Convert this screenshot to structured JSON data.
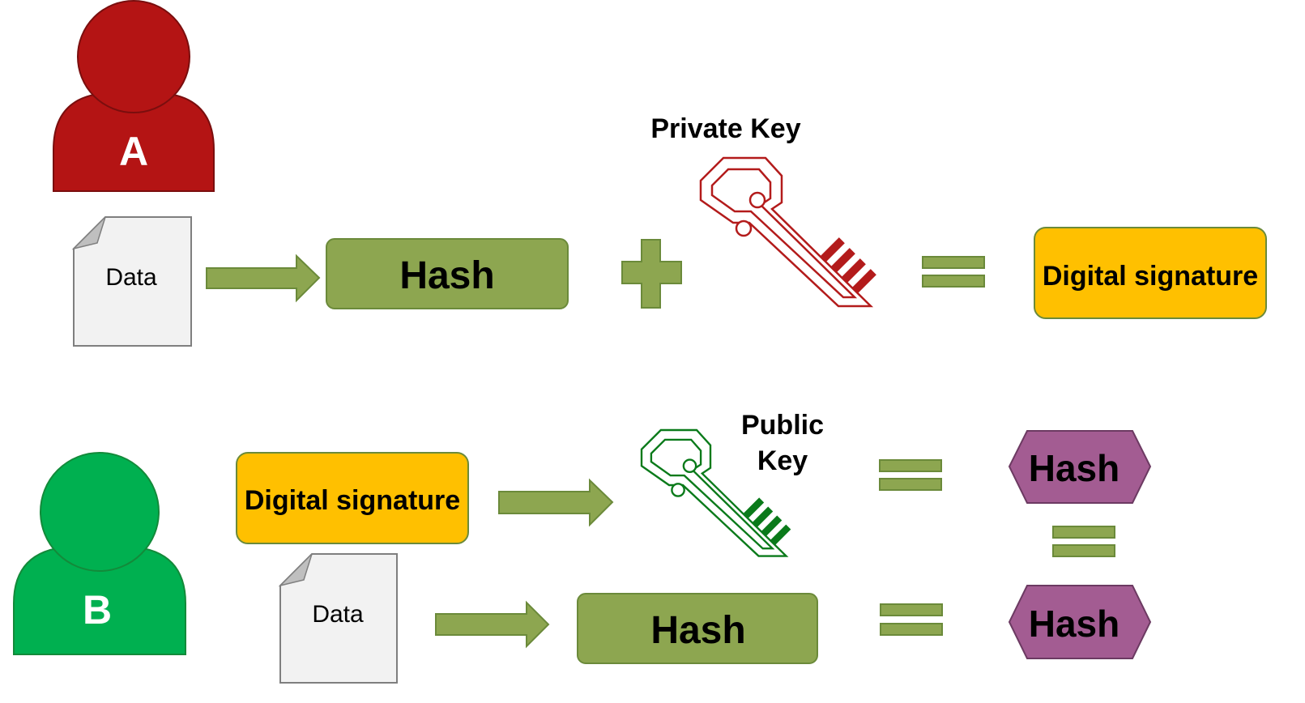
{
  "colors": {
    "green": "#8da650",
    "green_border": "#6b8a3a",
    "red_person": "#b41414",
    "red_person_border": "#7a0e0e",
    "green_person": "#00b050",
    "green_person_border": "#138a3a",
    "yellow": "#ffc000",
    "purple": "#a35c92",
    "purple_border": "#6c3a62",
    "private_key": "#b31b1b",
    "public_key": "#0a7a1a",
    "doc_fill": "#f2f2f2",
    "doc_border": "#7f7f7f"
  },
  "person_a": {
    "label": "A"
  },
  "person_b": {
    "label": "B"
  },
  "row1": {
    "data_label": "Data",
    "hash_label": "Hash",
    "private_key_label": "Private Key",
    "signature_label": "Digital signature"
  },
  "row2": {
    "signature_label": "Digital signature",
    "public_key_label_line1": "Public",
    "public_key_label_line2": "Key",
    "hash_result_top": "Hash",
    "data_label": "Data",
    "hash_label": "Hash",
    "hash_result_bottom": "Hash"
  },
  "icons": {
    "private_key": "key-icon",
    "public_key": "key-icon",
    "plus": "plus-icon",
    "equals": "equals-icon",
    "arrow": "arrow-right-icon",
    "document": "document-icon",
    "person": "person-icon"
  }
}
